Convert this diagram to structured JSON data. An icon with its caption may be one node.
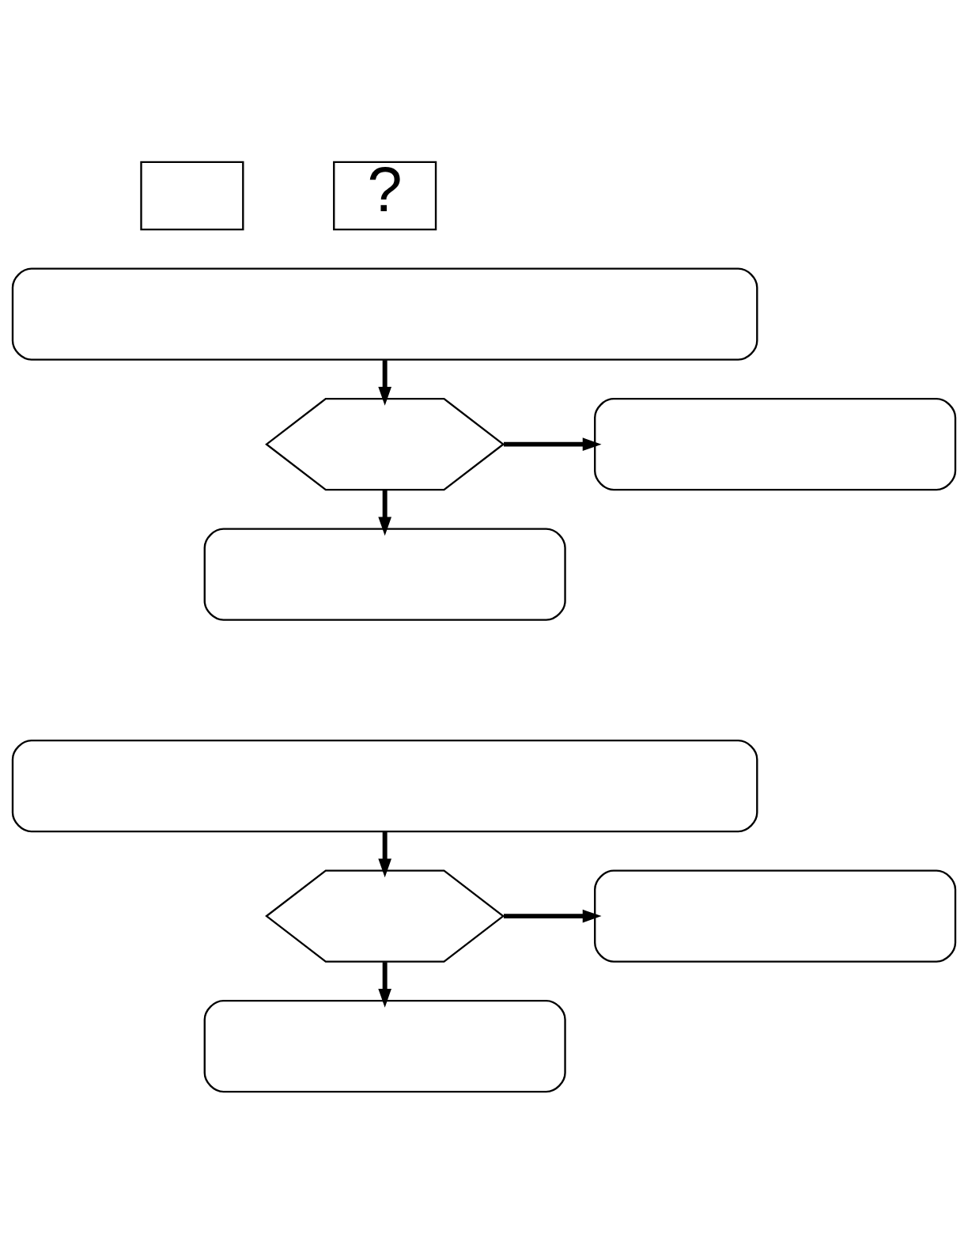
{
  "diagram": {
    "nodes": [
      {
        "text": [],
        "shape": "box"
      },
      {
        "text": [
          "?"
        ]
      },
      {
        "text": [],
        "shape": "box"
      },
      {
        "text": [],
        "shape": "hexagon"
      },
      {
        "text": [],
        "shape": "box"
      },
      {
        "text": [],
        "shape": "box"
      },
      {
        "text": [],
        "shape": "box"
      },
      {
        "text": [],
        "shape": "hexagon"
      },
      {
        "text": [],
        "shape": "box"
      },
      {
        "text": [],
        "shape": "box"
      }
    ],
    "edges": [
      {
        "from": 2,
        "to": 3,
        "arrow": "to"
      },
      {
        "from": 3,
        "to": 4,
        "arrow": "to"
      },
      {
        "from": 3,
        "to": 5,
        "arrow": "to"
      },
      {
        "from": 6,
        "to": 7,
        "arrow": "to"
      },
      {
        "from": 7,
        "to": 8,
        "arrow": "to"
      },
      {
        "from": 7,
        "to": 9,
        "arrow": "to"
      }
    ]
  }
}
